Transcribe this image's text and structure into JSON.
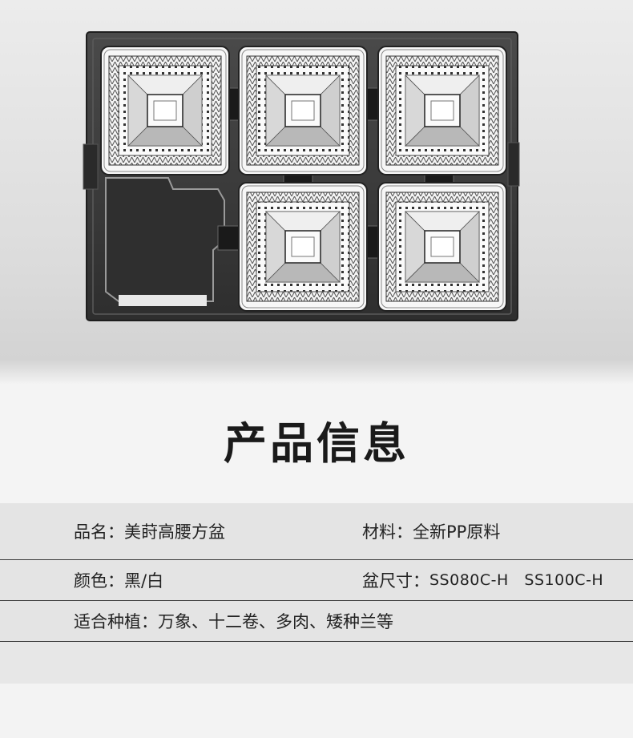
{
  "section_title": "产品信息",
  "info": {
    "name_label": "品名：",
    "name_value": "美莳高腰方盆",
    "material_label": "材料：",
    "material_value": "全新PP原料",
    "color_label": "颜色：",
    "color_value": "黑/白",
    "size_label": "盆尺寸：",
    "size_value": "SS080C-H   SS100C-H",
    "plants_label": "适合种植：",
    "plants_value": "万象、十二卷、多肉、矮种兰等"
  },
  "colors": {
    "tray": "#3d3d3d",
    "pot": "#f7f7f7",
    "text": "#222222"
  }
}
